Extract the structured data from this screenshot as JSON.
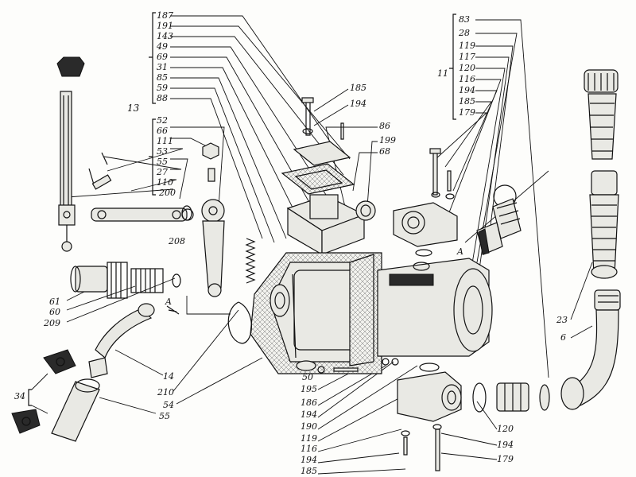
{
  "labels": {
    "l187": "187",
    "l191": "191",
    "l143": "143",
    "l49": "49",
    "l69a": "69",
    "l31": "31",
    "l85": "85",
    "l59": "59",
    "l88": "88",
    "l13": "13",
    "l52": "52",
    "l66": "66",
    "l111": "111",
    "l53": "53",
    "l55a": "55",
    "l27": "27",
    "l110": "110",
    "l200": "200",
    "l185a": "185",
    "l194a": "194",
    "l86": "86",
    "l199": "199",
    "l68": "68",
    "l208": "208",
    "l83": "83",
    "l28": "28",
    "l119a": "119",
    "l117": "117",
    "l120a": "120",
    "l116a": "116",
    "l194b": "194",
    "l185b": "185",
    "l179a": "179",
    "l11": "11",
    "lA1": "A",
    "lA2": "A",
    "l61": "61",
    "l60": "60",
    "l209": "209",
    "l14": "14",
    "l210": "210",
    "l54": "54",
    "l55b": "55",
    "l34": "34",
    "l50": "50",
    "l195": "195",
    "l186": "186",
    "l194c": "194",
    "l190": "190",
    "l119b": "119",
    "l116b": "116",
    "l194d": "194",
    "l185c": "185",
    "l120b": "120",
    "l194e": "194",
    "l179b": "179",
    "l23": "23",
    "l6": "6"
  }
}
